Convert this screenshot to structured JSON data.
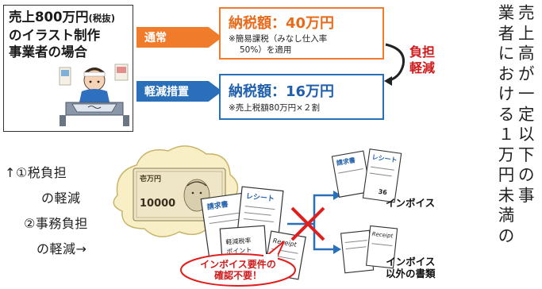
{
  "case": {
    "line1": "売上800万円",
    "line1_small": "(税抜)",
    "line2": "のイラスト制作",
    "line3": "事業者の場合"
  },
  "arrows": {
    "normal": "通常",
    "reduced": "軽減措置"
  },
  "results": {
    "normal_title": "納税額：40万円",
    "normal_note1": "※簡易課税（みなし仕入率",
    "normal_note2": "50%）を適用",
    "reduced_title": "納税額：16万円",
    "reduced_note": "※売上税額80万円×２割"
  },
  "burden": {
    "line1": "負担",
    "line2": "軽減"
  },
  "lower": {
    "line1": "↑①税負担",
    "line2": "の軽減",
    "line3": "②事務負担",
    "line4": "の軽減→"
  },
  "illustration": {
    "invoice_label": "インボイス",
    "other_label1": "インボイス",
    "other_label2": "以外の書類",
    "bubble_line1": "インボイス要件の",
    "bubble_line2": "確認不要！",
    "doc_invoice": "請求書",
    "doc_receipt": "レシート",
    "doc_receipt_en": "Receipt",
    "stamp": "軽減税率",
    "stamp_sub": "ポイント",
    "stamp_num": "36",
    "note_value": "壱万円",
    "note_number": "10000"
  },
  "vertical": {
    "col1": "業者における１万円未満の",
    "col2": "売上高が一定以下の事"
  },
  "colors": {
    "orange": "#f07c2b",
    "blue": "#2a6fba",
    "red": "#d0191b"
  }
}
